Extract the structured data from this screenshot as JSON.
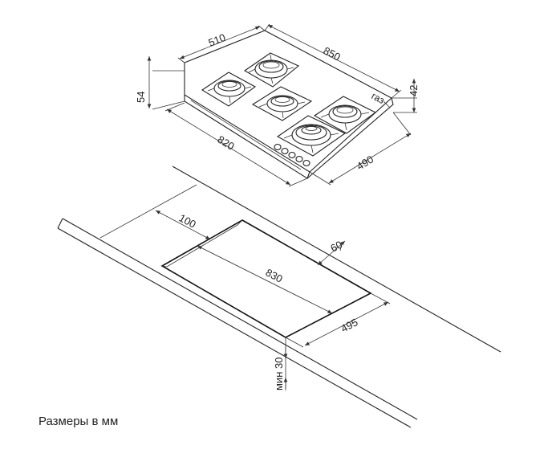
{
  "dimensions": {
    "hob_depth": "510",
    "hob_width": "850",
    "hob_height": "54",
    "gas_height": "42",
    "gas_label": "газ",
    "base_width": "820",
    "base_depth": "490",
    "cutout_offset": "100",
    "cutout_width": "830",
    "cutout_side": "60",
    "cutout_depth": "495",
    "min_thickness": "мин 30"
  },
  "caption": "Размеры в мм",
  "burners": [
    "burner-back-left",
    "burner-back-right",
    "burner-center",
    "burner-front-right",
    "burner-wok"
  ],
  "knobs_count": 5
}
